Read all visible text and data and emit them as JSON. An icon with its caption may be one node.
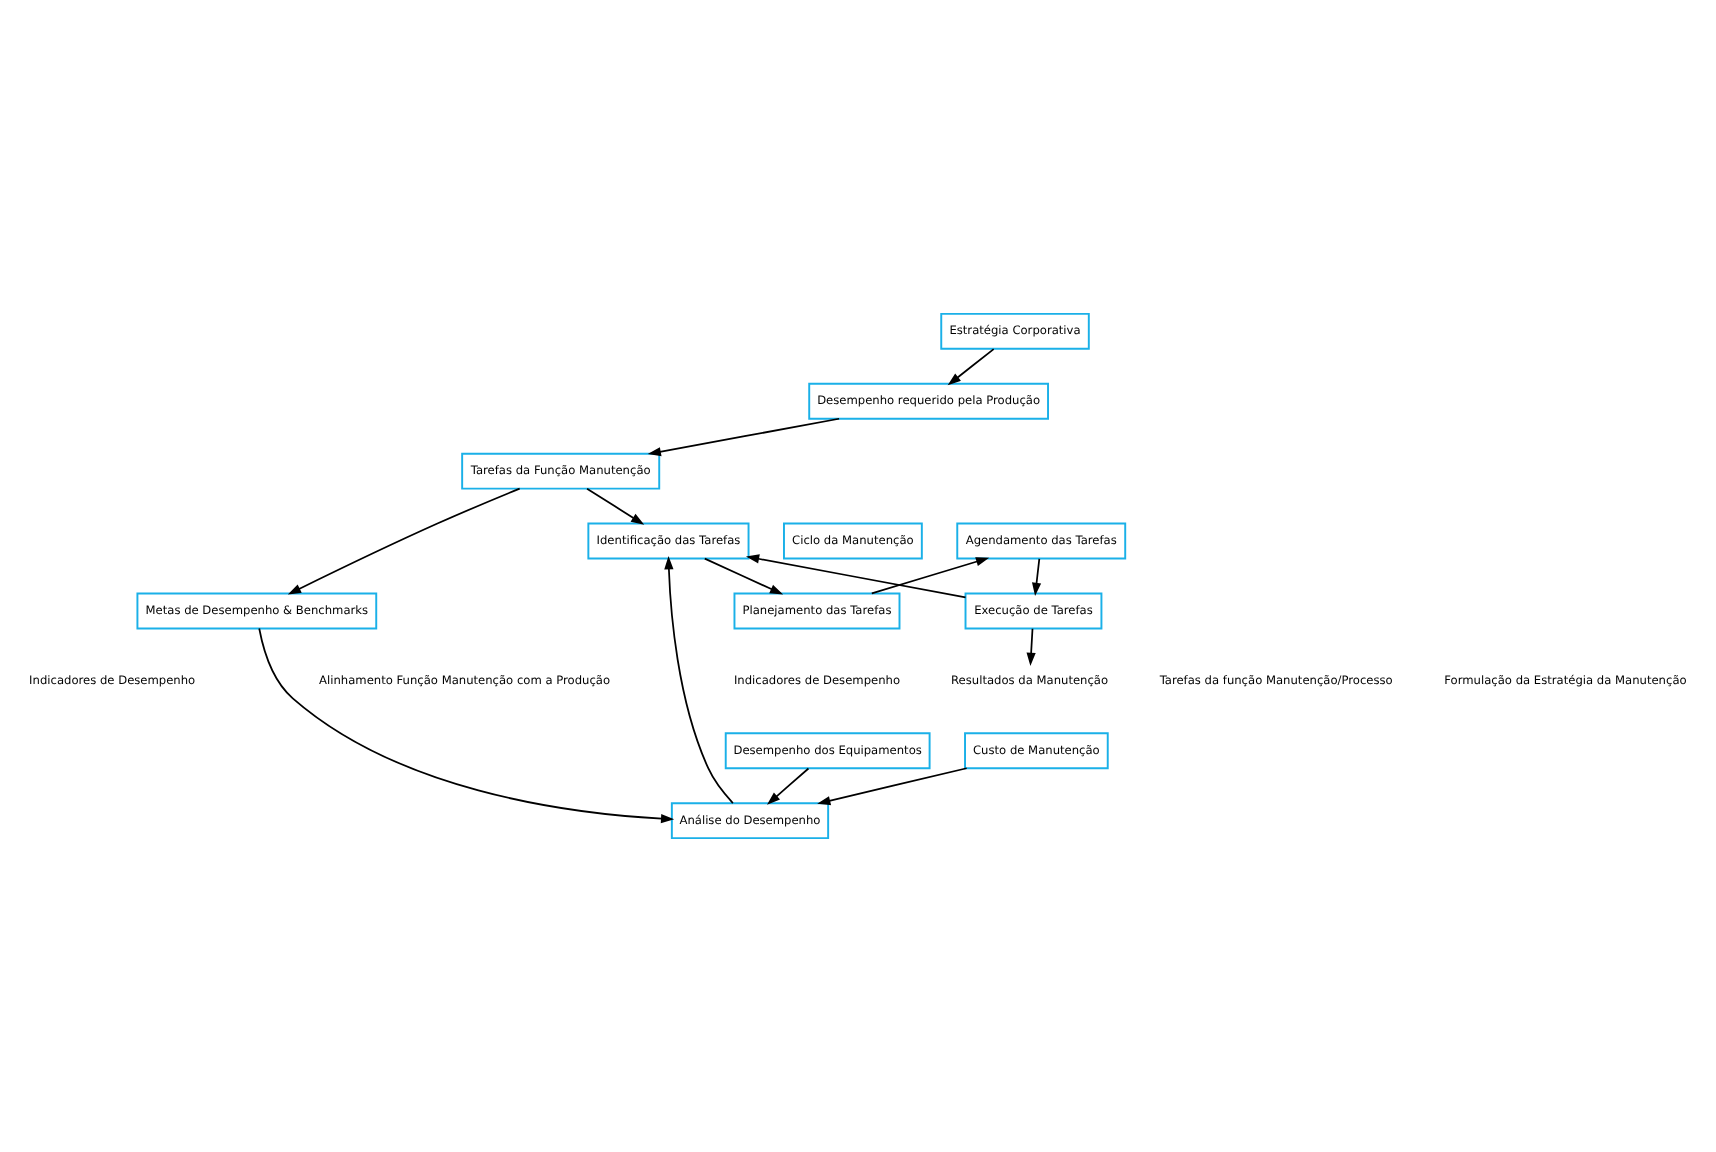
{
  "diagram": {
    "nodes": [
      {
        "text": [
          "Estratégia Corporativa"
        ]
      },
      {
        "text": [
          "Desempenho requerido pela Produção"
        ]
      },
      {
        "text": [
          "Tarefas da Função Manutenção"
        ]
      },
      {
        "text": [
          "Execução de Tarefas"
        ]
      },
      {
        "text": [
          "Identificação das Tarefas"
        ]
      },
      {
        "text": [
          "Ciclo da Manutenção"
        ]
      },
      {
        "text": [
          "Agendamento das Tarefas"
        ]
      },
      {
        "text": [
          "Planejamento das Tarefas"
        ]
      },
      {
        "text": [
          "Desempenho dos Equipamentos"
        ]
      },
      {
        "text": [
          "Custo de Manutenção"
        ]
      },
      {
        "text": [
          "Análise do Desempenho"
        ]
      },
      {
        "text": [
          "Metas de Desempenho & Benchmarks"
        ]
      },
      {
        "text": [
          "Resultados da Manutenção"
        ]
      }
    ],
    "edges": [
      {
        "from": 0,
        "to": 1,
        "arrow": "to"
      },
      {
        "from": 1,
        "to": 2,
        "arrow": "to"
      },
      {
        "from": 2,
        "to": 4,
        "arrow": "to"
      },
      {
        "from": 3,
        "to": 4,
        "arrow": "to"
      },
      {
        "from": 4,
        "to": 7,
        "arrow": "to"
      },
      {
        "from": 7,
        "to": 6,
        "arrow": "to"
      },
      {
        "from": 6,
        "to": 3,
        "arrow": "to"
      },
      {
        "from": 3,
        "to": 12,
        "arrow": "to"
      },
      {
        "from": 8,
        "to": 10,
        "arrow": "to"
      },
      {
        "from": 9,
        "to": 10,
        "arrow": "to"
      },
      {
        "from": 11,
        "to": 10,
        "arrow": "to"
      },
      {
        "from": 10,
        "to": 4,
        "arrow": "to"
      },
      {
        "from": 2,
        "to": 11,
        "arrow": "to"
      }
    ],
    "labels": [
      "Formulação da Estratégia da Manutenção",
      "Tarefas da função Manutenção/Processo",
      "Alinhamento Função Manutenção com a Produção",
      "Indicadores de Desempenho",
      "Indicadores de Desempenho"
    ]
  }
}
